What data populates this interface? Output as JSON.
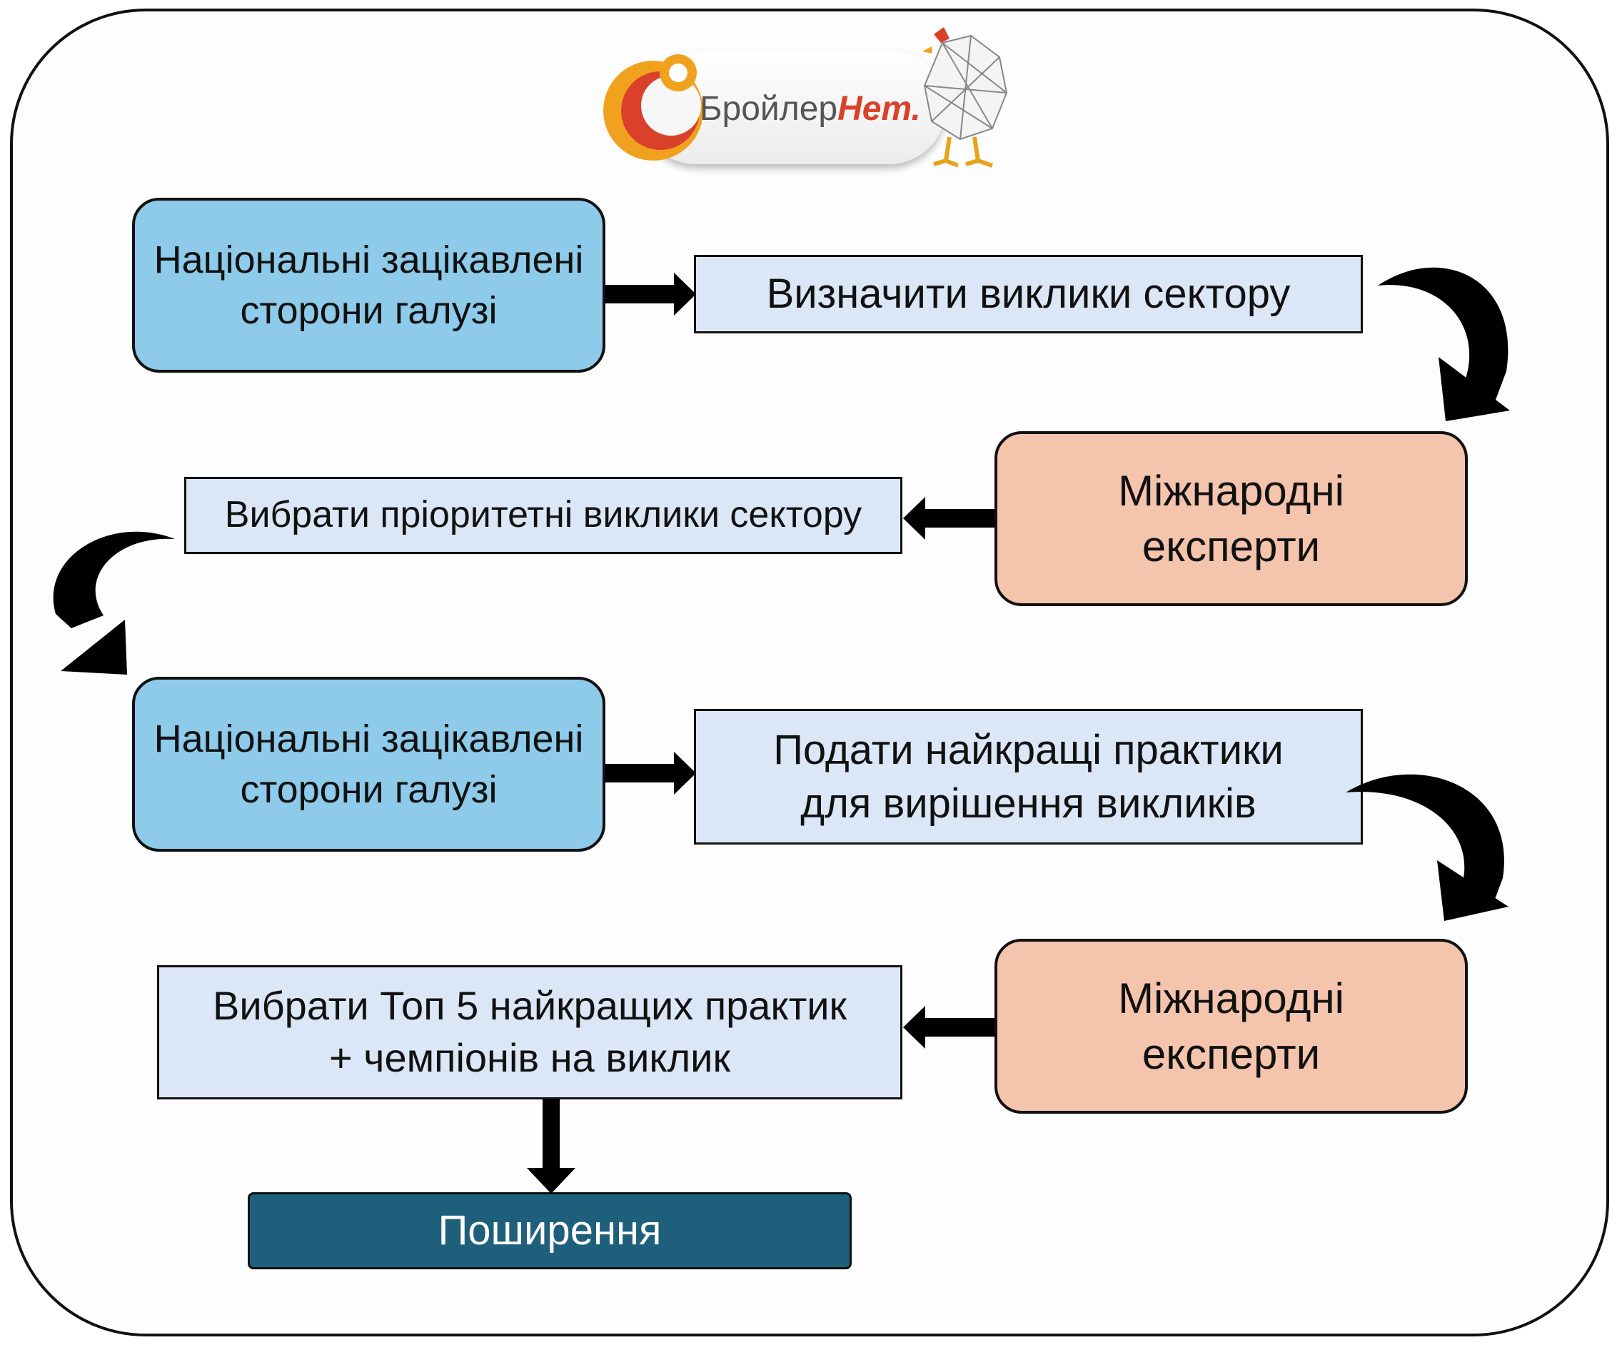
{
  "logo": {
    "name_part1": "Бройлер",
    "name_part2": "Нет",
    "dot": "."
  },
  "nodes": {
    "stakeholders_1": "Національні зацікавлені\nсторони галузі",
    "define_challenges": "Визначити виклики сектору",
    "experts_1": "Міжнародні\nексперти",
    "select_priority": "Вибрати пріоритетні виклики сектору",
    "stakeholders_2": "Національні зацікавлені\nсторони галузі",
    "submit_practices": "Подати найкращі практики\nдля вирішення викликів",
    "experts_2": "Міжнародні\nексперти",
    "select_top5": "Вибрати Топ 5 найкращих практик\n+ чемпіонів на виклик",
    "dissemination": "Поширення"
  },
  "colors": {
    "stakeholder_fill": "#8ecae9",
    "expert_fill": "#f4c4ad",
    "action_fill": "#dbe7f7",
    "dissemination_fill": "#1e5f7c",
    "logo_orange": "#f0a21e",
    "logo_red": "#d9412b"
  }
}
